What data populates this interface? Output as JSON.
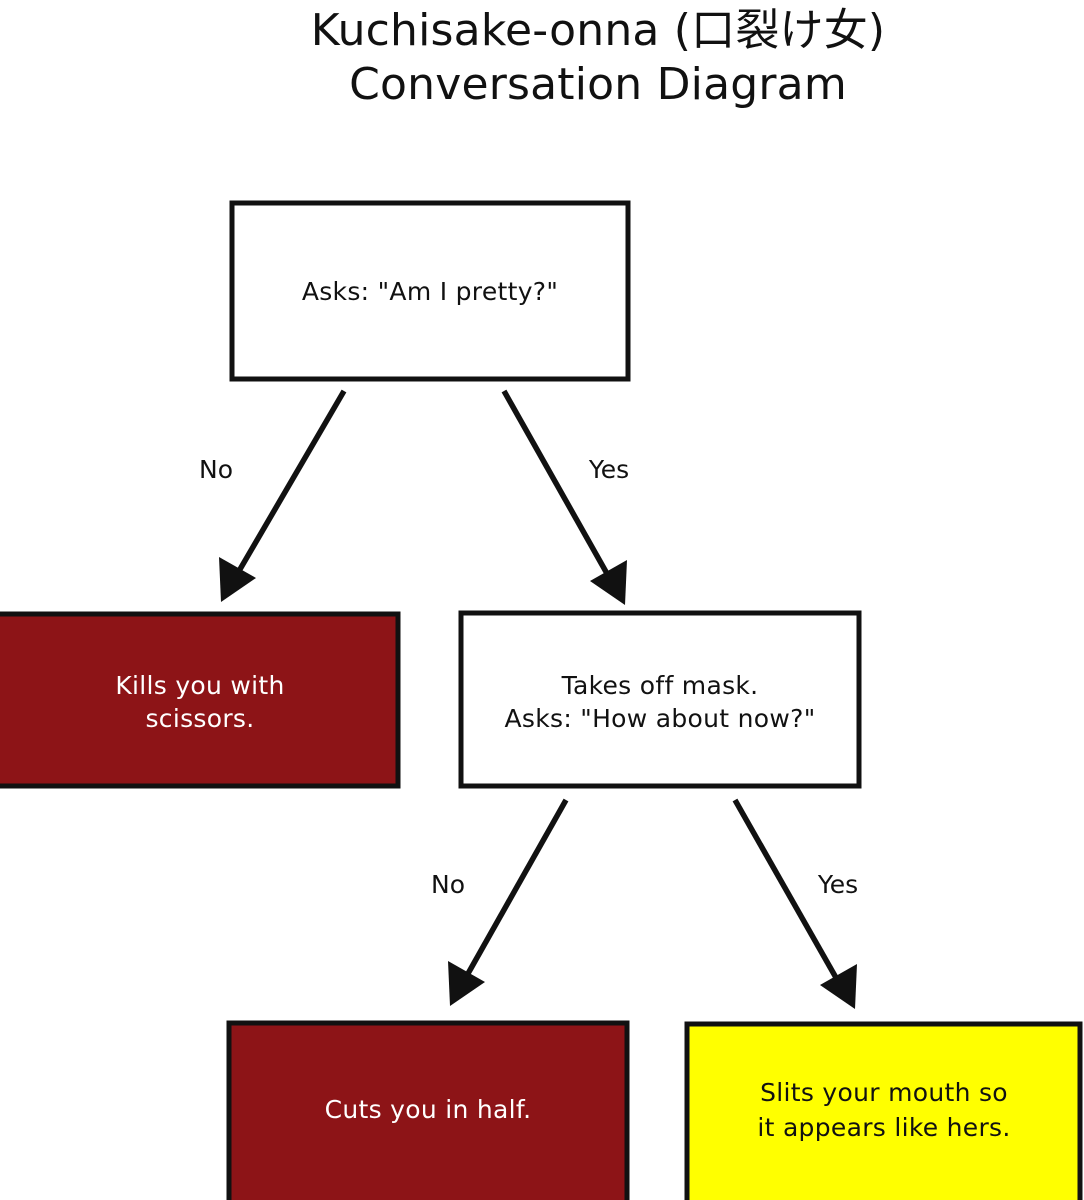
{
  "title": {
    "line1": "Kuchisake-onna (口裂け女)",
    "line2": "Conversation Diagram"
  },
  "colors": {
    "background": "#ffffff",
    "stroke": "#111111",
    "death_red": "#8d1417",
    "warning_yellow": "#ffff00",
    "node_white": "#ffffff",
    "text_dark": "#111111",
    "text_light": "#ffffff"
  },
  "nodes": {
    "q1": {
      "id": "asks-am-i-pretty",
      "lines": [
        "Asks: \"Am I pretty?\""
      ],
      "fill": "#ffffff",
      "text_color": "#111111"
    },
    "kills_scissors": {
      "id": "kills-you-with-scissors",
      "lines": [
        "Kills you with",
        "scissors."
      ],
      "fill": "#8d1417",
      "text_color": "#ffffff"
    },
    "q2": {
      "id": "takes-off-mask",
      "lines": [
        "Takes off mask.",
        "Asks: \"How about now?\""
      ],
      "fill": "#ffffff",
      "text_color": "#111111"
    },
    "cuts_in_half": {
      "id": "cuts-you-in-half",
      "lines": [
        "Cuts you in half."
      ],
      "fill": "#8d1417",
      "text_color": "#ffffff"
    },
    "slits_mouth": {
      "id": "slits-your-mouth",
      "lines": [
        "Slits your mouth so",
        "it appears like hers."
      ],
      "fill": "#ffff00",
      "text_color": "#111111"
    }
  },
  "edges": {
    "q1_no": {
      "label": "No",
      "from": "asks-am-i-pretty",
      "to": "kills-you-with-scissors"
    },
    "q1_yes": {
      "label": "Yes",
      "from": "asks-am-i-pretty",
      "to": "takes-off-mask"
    },
    "q2_no": {
      "label": "No",
      "from": "takes-off-mask",
      "to": "cuts-you-in-half"
    },
    "q2_yes": {
      "label": "Yes",
      "from": "takes-off-mask",
      "to": "slits-your-mouth"
    }
  }
}
